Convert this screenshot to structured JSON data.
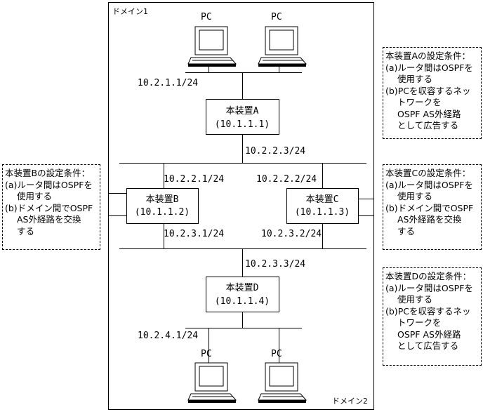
{
  "domains": {
    "domain1": "ドメイン1",
    "domain2": "ドメイン2"
  },
  "devices": {
    "a": {
      "name": "本装置A",
      "id": "(10.1.1.1)"
    },
    "b": {
      "name": "本装置B",
      "id": "(10.1.1.2)"
    },
    "c": {
      "name": "本装置C",
      "id": "(10.1.1.3)"
    },
    "d": {
      "name": "本装置D",
      "id": "(10.1.1.4)"
    }
  },
  "pc_label": "PC",
  "addresses": {
    "a_lan": "10.2.1.1/24",
    "a_up": "10.2.2.3/24",
    "b_top": "10.2.2.1/24",
    "c_top": "10.2.2.2/24",
    "b_bottom": "10.2.3.1/24",
    "c_bottom": "10.2.3.2/24",
    "d_up": "10.2.3.3/24",
    "d_lan": "10.2.4.1/24"
  },
  "notes": {
    "a": {
      "title": "本装置Aの設定条件：",
      "lines": [
        "(a)ルータ間はOSPFを",
        "使用する",
        "(b)PCを収容するネッ",
        "トワークを",
        "OSPF AS外経路",
        "として広告する"
      ]
    },
    "b": {
      "title": "本装置Bの設定条件：",
      "lines": [
        "(a)ルータ間はOSPFを",
        "使用する",
        "(b)ドメイン間でOSPF",
        "AS外経路を交換",
        "する"
      ]
    },
    "c": {
      "title": "本装置Cの設定条件：",
      "lines": [
        "(a)ルータ間はOSPFを",
        "使用する",
        "(b)ドメイン間でOSPF",
        "AS外経路を交換",
        "する"
      ]
    },
    "d": {
      "title": "本装置Dの設定条件：",
      "lines": [
        "(a)ルータ間はOSPFを",
        "使用する",
        "(b)PCを収容するネッ",
        "トワークを",
        "OSPF AS外経路",
        "として広告する"
      ]
    }
  }
}
